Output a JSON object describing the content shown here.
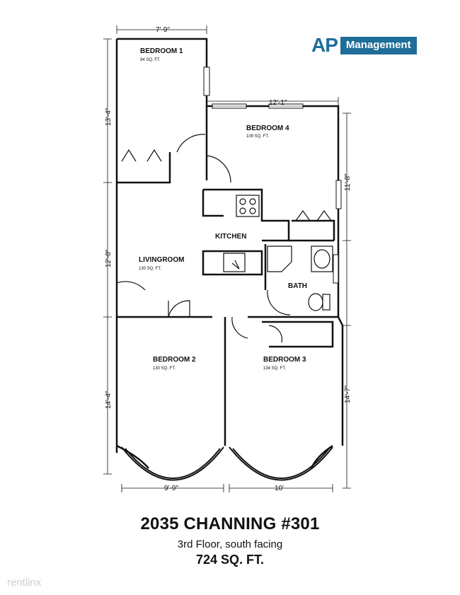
{
  "logo": {
    "prefix": "AP",
    "name": "Management",
    "color": "#1f6e9a"
  },
  "rooms": {
    "bedroom1": {
      "name": "BEDROOM 1",
      "area": "94 SQ. FT."
    },
    "bedroom4": {
      "name": "BEDROOM 4",
      "area": "109 SQ. FT."
    },
    "kitchen": {
      "name": "KITCHEN"
    },
    "livingroom": {
      "name": "LIVINGROOM",
      "area": "130 SQ. FT."
    },
    "bath": {
      "name": "BATH"
    },
    "bedroom2": {
      "name": "BEDROOM 2",
      "area": "130 SQ. FT."
    },
    "bedroom3": {
      "name": "BEDROOM 3",
      "area": "134 SQ. FT."
    }
  },
  "dimensions": {
    "top_left_width": "7'-9\"",
    "right_width": "12'-1\"",
    "left_upper": "13'-4\"",
    "left_middle": "12'-8\"",
    "left_lower": "14'-4\"",
    "right_upper": "11'-8\"",
    "right_lower": "14'-7\"",
    "bottom_left_width": "9'-9\"",
    "bottom_right_width": "10'"
  },
  "footer": {
    "title": "2035 CHANNING #301",
    "subtitle": "3rd Floor, south facing",
    "area": "724 SQ. FT."
  },
  "watermark": "rentlinx"
}
